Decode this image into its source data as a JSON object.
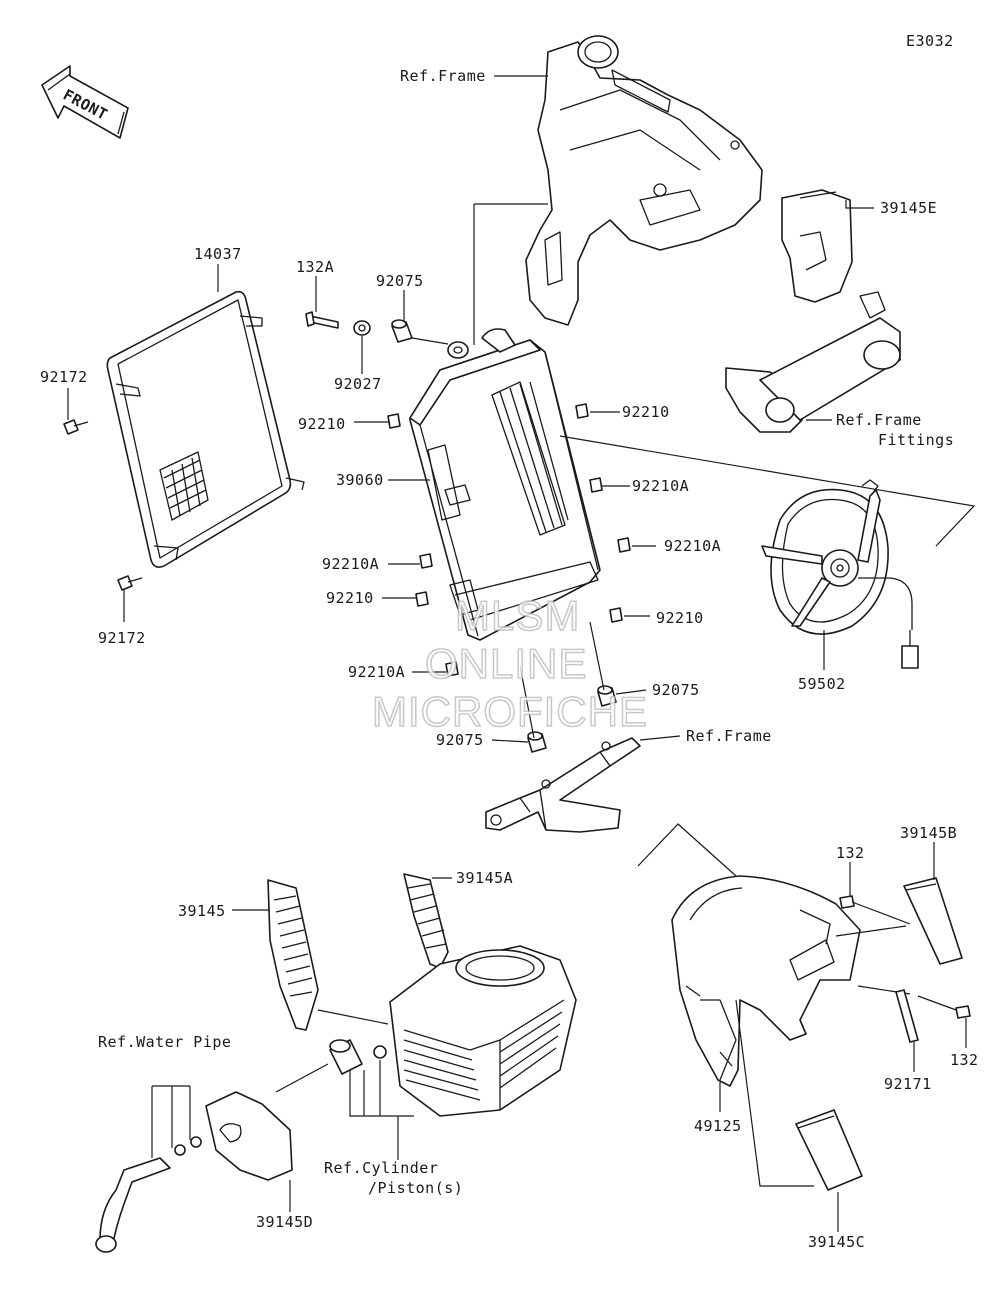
{
  "diagram": {
    "code": "E3032",
    "front_label": "FRONT",
    "watermark": [
      "MLSM",
      "ONLINE",
      "MICROFICHE"
    ],
    "labels": {
      "ref_frame_top": "Ref.Frame",
      "p39145E": "39145E",
      "p14037": "14037",
      "p132A": "132A",
      "p92075_top": "92075",
      "p92027": "92027",
      "p92172_top": "92172",
      "p92210_l1": "92210",
      "p92210_r1": "92210",
      "ref_frame_fittings_1": "Ref.Frame",
      "ref_frame_fittings_2": "Fittings",
      "p39060": "39060",
      "p92210A_r1": "92210A",
      "p92210A_r2": "92210A",
      "p92210A_l1": "92210A",
      "p92210_l2": "92210",
      "p92210_r2": "92210",
      "p92172_bot": "92172",
      "p92210A_l2": "92210A",
      "p59502": "59502",
      "p92075_r": "92075",
      "p92075_l": "92075",
      "ref_frame_mid": "Ref.Frame",
      "p132_top": "132",
      "p39145B": "39145B",
      "p39145A": "39145A",
      "p39145": "39145",
      "ref_water_pipe": "Ref.Water Pipe",
      "p132_bot": "132",
      "p92171": "92171",
      "p49125": "49125",
      "ref_cyl_1": "Ref.Cylinder",
      "ref_cyl_2": "/Piston(s)",
      "p39145D": "39145D",
      "p39145C": "39145C"
    }
  }
}
